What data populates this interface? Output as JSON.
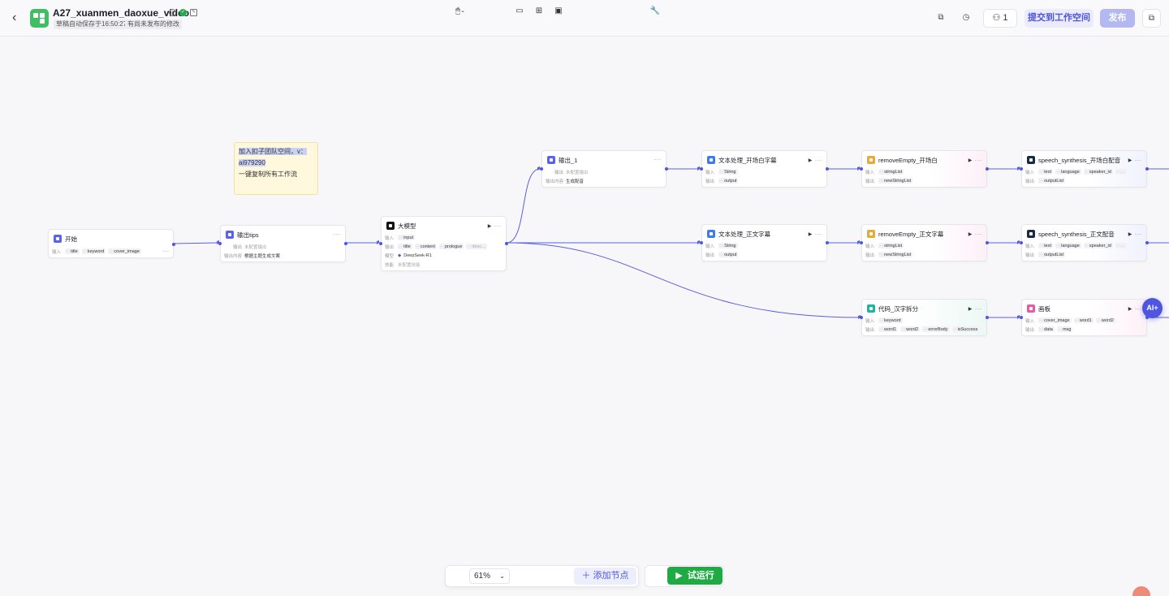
{
  "header": {
    "title": "A27_xuanmen_daoxue_video",
    "autosave": "草稿自动保存于16:50:27",
    "unpublished": "有尚未发布的修改",
    "collaborators": "1",
    "submit_label": "提交到工作空间",
    "publish_label": "发布"
  },
  "note": {
    "line1": "加入扣子团队空间，v：",
    "line2": "ai979290",
    "line3": "一键复制所有工作流"
  },
  "nodes": {
    "start": {
      "title": "开始",
      "input_label": "输入",
      "inputs": [
        "title",
        "keyword",
        "cover_image"
      ]
    },
    "tips": {
      "title": "输出tips",
      "output_label": "输出",
      "output_value": "未配置输出",
      "content_label": "输出内容",
      "content_value": "根据主题生成文案"
    },
    "llm": {
      "title": "大模型",
      "input_label": "输入",
      "inputs": [
        "input"
      ],
      "output_label": "输出",
      "outputs": [
        "title",
        "content",
        "prologue",
        "desc..."
      ],
      "model_label": "模型",
      "model": "DeepSeek-R1",
      "skill_label": "技能",
      "skill_value": "未配置技能"
    },
    "out1": {
      "title": "输出_1",
      "output_label": "输出",
      "output_value": "未配置输出",
      "content_label": "输出内容",
      "content_value": "生成配音"
    },
    "text1": {
      "title": "文本处理_开场白字幕",
      "input_label": "输入",
      "input": "String",
      "output_label": "输出",
      "output": "output"
    },
    "text2": {
      "title": "文本处理_正文字幕",
      "input_label": "输入",
      "input": "String",
      "output_label": "输出",
      "output": "output"
    },
    "rm1": {
      "title": "removeEmpty_开场白",
      "input_label": "输入",
      "input": "stringList",
      "output_label": "输出",
      "output": "newStringList"
    },
    "rm2": {
      "title": "removeEmpty_正文字幕",
      "input_label": "输入",
      "input": "stringList",
      "output_label": "输出",
      "output": "newStringList"
    },
    "sp1": {
      "title": "speech_synthesis_开场白配音",
      "input_label": "输入",
      "inputs": [
        "text",
        "language",
        "speaker_id",
        "..."
      ],
      "output_label": "输出",
      "output": "outputList"
    },
    "sp2": {
      "title": "speech_synthesis_正文配音",
      "input_label": "输入",
      "inputs": [
        "text",
        "language",
        "speaker_id",
        "..."
      ],
      "output_label": "输出",
      "output": "outputList"
    },
    "code": {
      "title": "代码_汉字拆分",
      "input_label": "输入",
      "input": "keyword",
      "output_label": "输出",
      "outputs": [
        "word1",
        "word2",
        "errorBody",
        "isSuccess"
      ]
    },
    "canvas": {
      "title": "画板",
      "input_label": "输入",
      "inputs": [
        "cover_image",
        "word1",
        "word2"
      ],
      "output_label": "输出",
      "outputs": [
        "data",
        "msg"
      ]
    }
  },
  "ai_button": "AI+",
  "toolbar": {
    "zoom": "61%",
    "add_node": "添加节点",
    "run": "试运行"
  },
  "colors": {
    "accent": "#4e55de",
    "run_green": "#1faa45",
    "app_logo": "#3fbf62"
  }
}
